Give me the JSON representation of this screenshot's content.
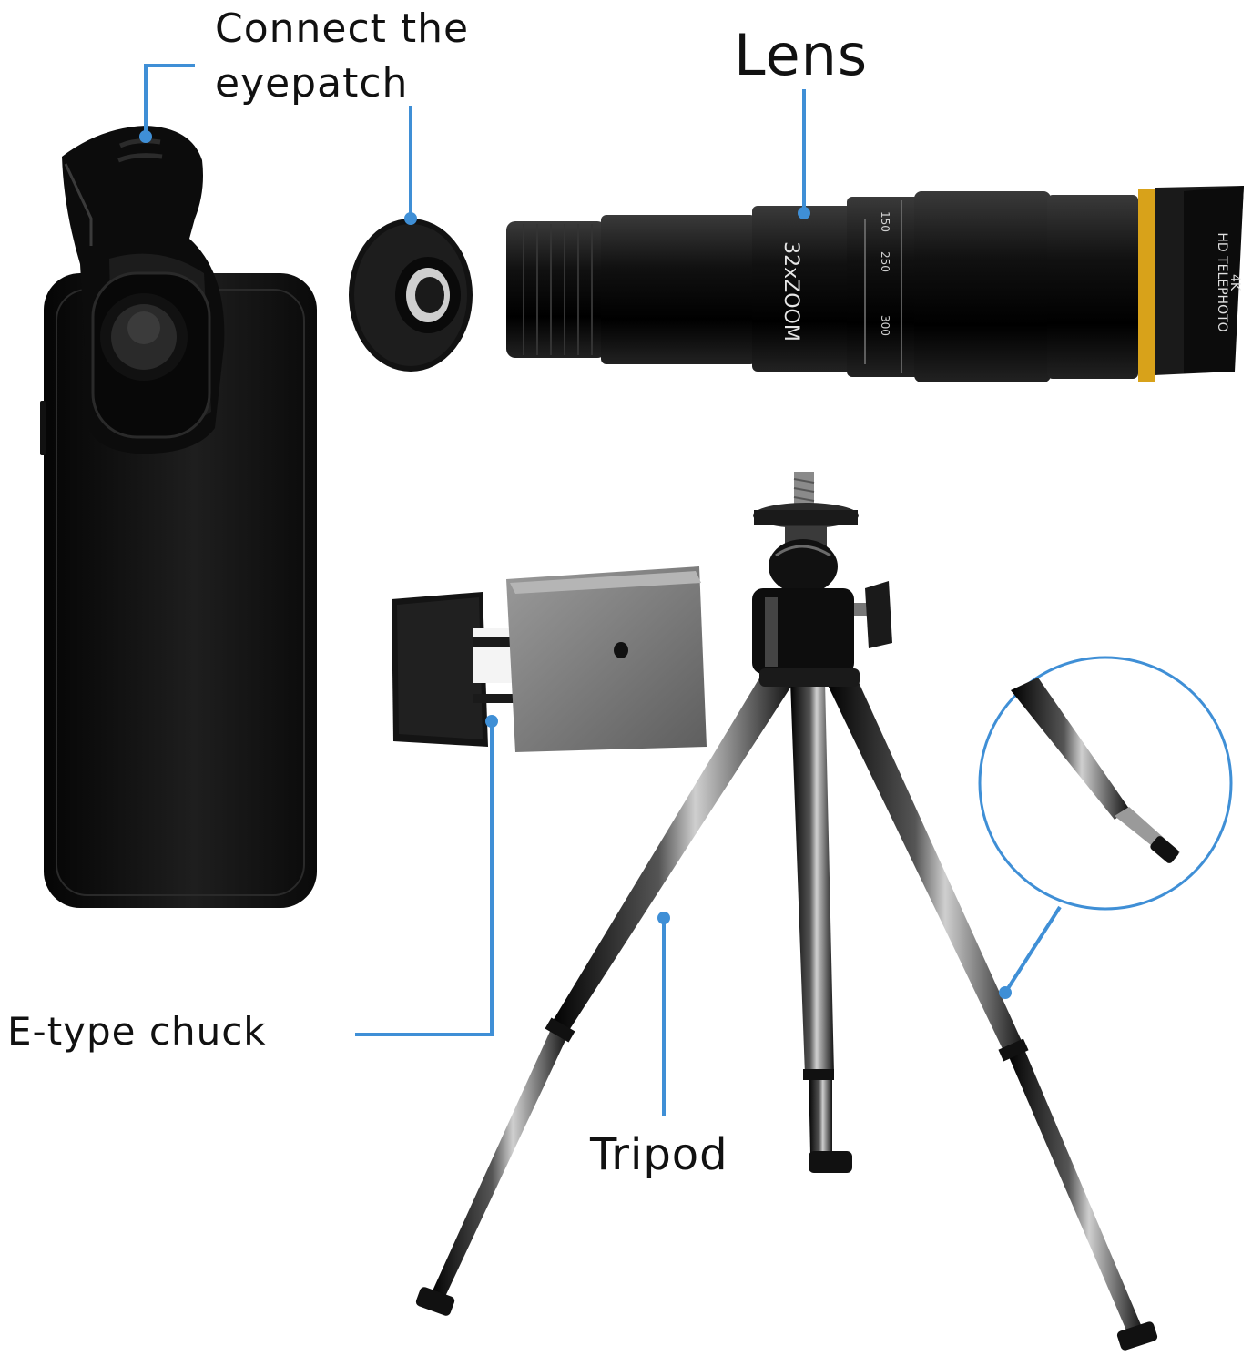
{
  "labels": {
    "connect_line1": "Connect the",
    "connect_line2": "eyepatch",
    "lens": "Lens",
    "chuck": "E-type chuck",
    "tripod": "Tripod"
  },
  "lens_printing": {
    "zoom": "32xZOOM",
    "brand": "HD TELEPHOTO",
    "res": "4K",
    "scale": [
      "150",
      "250",
      "300"
    ]
  },
  "colors": {
    "callout_line": "#3f8fd6",
    "product": "#111111",
    "gold_ring": "#d8a21a"
  }
}
